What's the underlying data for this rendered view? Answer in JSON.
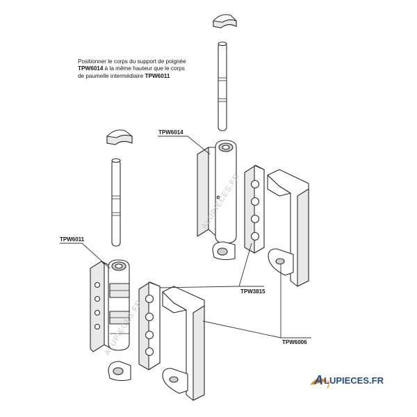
{
  "note": {
    "t1": "Positionner le corps du support de poignée ",
    "b1": "TPW6014",
    "t2": " à la même hauteur que le corps de paumelle intermédiaire ",
    "b2": "TPW6011"
  },
  "labels": {
    "tpw6014": "TPW6014",
    "tpw6011": "TPW6011",
    "tpw3815": "TPW3815",
    "tpw6006": "TPW6006"
  },
  "watermark": "ALUPIECES.FR",
  "logo": {
    "initial": "A",
    "rest": "LUPIECES.FR",
    "accent_color": "#f28c1a",
    "text_color": "#1c4f8f"
  }
}
